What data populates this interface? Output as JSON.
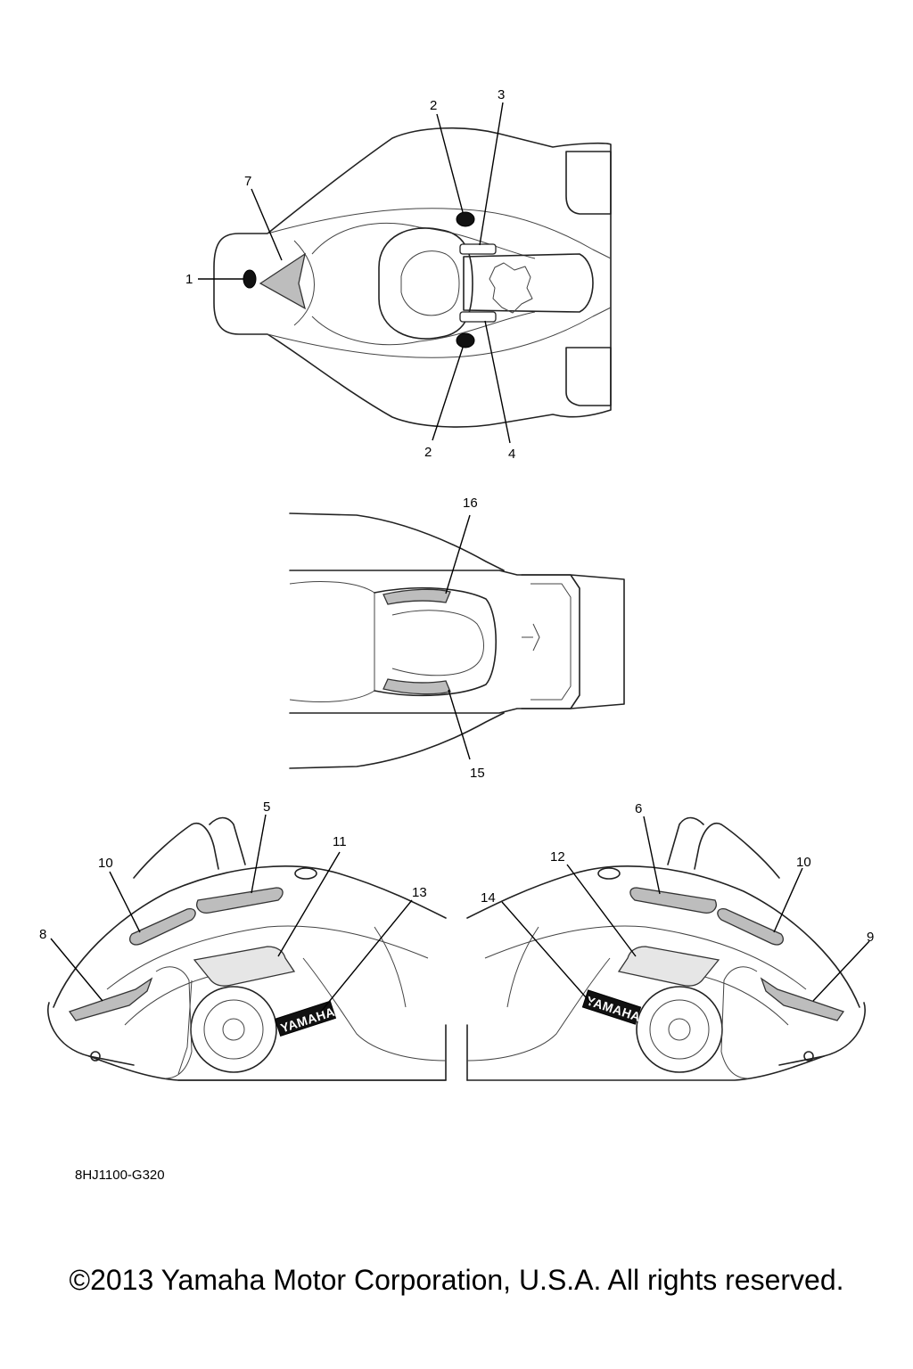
{
  "diagram_code": "8HJ1100-G320",
  "copyright": "©2013 Yamaha Motor Corporation, U.S.A. All rights reserved.",
  "decal_text": "YAMAHA",
  "callouts": {
    "top_1": "1",
    "top_2a": "2",
    "top_2b": "2",
    "top_3": "3",
    "top_4": "4",
    "top_7": "7",
    "rear_15": "15",
    "rear_16": "16",
    "left_5": "5",
    "left_8": "8",
    "left_10": "10",
    "left_11": "11",
    "left_13": "13",
    "right_6": "6",
    "right_9": "9",
    "right_10": "10",
    "right_12": "12",
    "right_14": "14"
  }
}
